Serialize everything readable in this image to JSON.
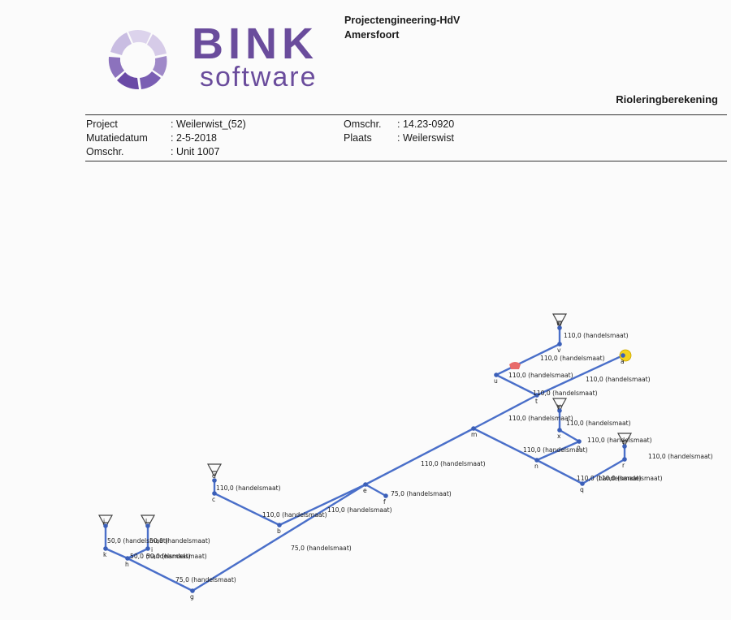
{
  "logo": {
    "word": "BINK",
    "sub": "software"
  },
  "company": {
    "name": "Projectengineering-HdV",
    "city": "Amersfoort"
  },
  "document_type": "Rioleringberekening",
  "meta": {
    "left": [
      {
        "label": "Project",
        "value": ": Weilerwist_(52)"
      },
      {
        "label": "Mutatiedatum",
        "value": ": 2-5-2018"
      },
      {
        "label": "Omschr.",
        "value": ": Unit 1007"
      }
    ],
    "right": [
      {
        "label": "Omschr.",
        "value": ": 14.23-0920"
      },
      {
        "label": "Plaats",
        "value": ": Weilerswist"
      }
    ]
  },
  "diagram": {
    "colors": {
      "pipe": "#4a6fc9",
      "node": "#3b5fb8",
      "fixture": "#444444",
      "yellow": "#f4d21c",
      "red": "#e86a6a"
    },
    "nodes": [
      {
        "id": "w",
        "label": "w"
      },
      {
        "id": "v",
        "label": "v"
      },
      {
        "id": "u",
        "label": "u"
      },
      {
        "id": "a",
        "label": "a"
      },
      {
        "id": "t",
        "label": "t"
      },
      {
        "id": "y",
        "label": "y"
      },
      {
        "id": "x",
        "label": "x"
      },
      {
        "id": "o",
        "label": "o"
      },
      {
        "id": "s",
        "label": "s"
      },
      {
        "id": "r",
        "label": "r"
      },
      {
        "id": "n",
        "label": "n"
      },
      {
        "id": "q",
        "label": "q"
      },
      {
        "id": "m",
        "label": "m"
      },
      {
        "id": "d",
        "label": "d"
      },
      {
        "id": "c",
        "label": "c"
      },
      {
        "id": "e",
        "label": "e"
      },
      {
        "id": "f",
        "label": "f"
      },
      {
        "id": "b",
        "label": "b"
      },
      {
        "id": "l",
        "label": "l"
      },
      {
        "id": "j",
        "label": "j"
      },
      {
        "id": "k",
        "label": "k"
      },
      {
        "id": "h",
        "label": "h"
      },
      {
        "id": "i",
        "label": "i"
      },
      {
        "id": "g",
        "label": "g"
      }
    ],
    "pipe_labels": [
      {
        "id": "wv",
        "text": "110,0 (handelsmaat)"
      },
      {
        "id": "top",
        "text": "110,0 (handelsmaat)"
      },
      {
        "id": "ya",
        "text": "110,0 (handelsmaat)"
      },
      {
        "id": "uy",
        "text": "110,0 (handelsmaat)"
      },
      {
        "id": "tt",
        "text": "110,0 (handelsmaat)"
      },
      {
        "id": "mt",
        "text": "110,0 (handelsmaat)"
      },
      {
        "id": "yx",
        "text": "110,0 (handelsmaat)"
      },
      {
        "id": "xo",
        "text": "110,0 (handelsmaat)"
      },
      {
        "id": "on",
        "text": "110,0 (handelsmaat)"
      },
      {
        "id": "sr",
        "text": "110,0 (handelsmaat)"
      },
      {
        "id": "q1",
        "text": "110,0 (handelsmaat)"
      },
      {
        "id": "q2",
        "text": "110,0 (handelsmaat)"
      },
      {
        "id": "em",
        "text": "110,0 (handelsmaat)"
      },
      {
        "id": "dc",
        "text": "110,0 (handelsmaat)"
      },
      {
        "id": "cb",
        "text": "110,0 (handelsmaat)"
      },
      {
        "id": "be",
        "text": "110,0 (handelsmaat)"
      },
      {
        "id": "ef",
        "text": "75,0 (handelsmaat)"
      },
      {
        "id": "ge",
        "text": "75,0 (handelsmaat)"
      },
      {
        "id": "lk",
        "text": "50,0 (handelsmaat)"
      },
      {
        "id": "ji",
        "text": "50,0 (handelsmaat)"
      },
      {
        "id": "ki1",
        "text": "50,0 (handelsmaat)"
      },
      {
        "id": "ki2",
        "text": "50,0 (handelsmaat)"
      },
      {
        "id": "hg",
        "text": "75,0 (handelsmaat)"
      }
    ]
  }
}
